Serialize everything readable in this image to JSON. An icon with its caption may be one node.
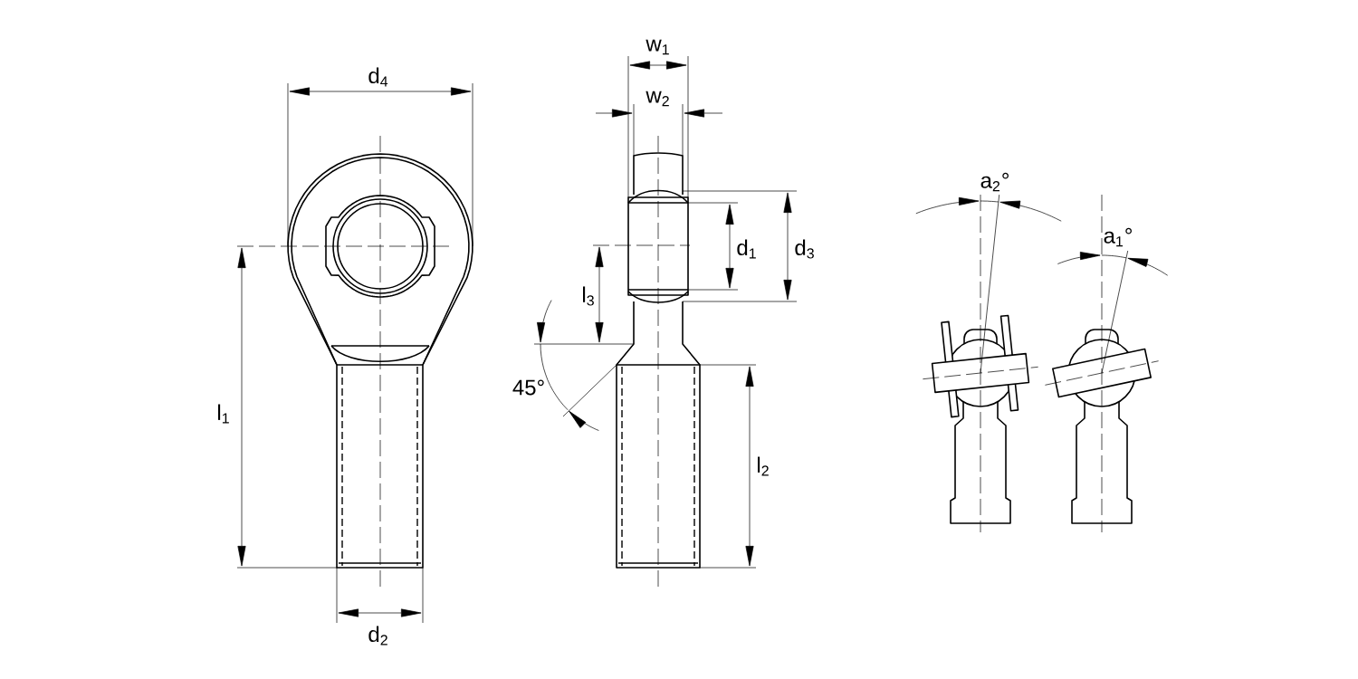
{
  "diagram": {
    "labels": [
      "w$_{1}$",
      "d$_{4}$",
      "w$_{2}$",
      "a$_{2}$°",
      "d$_{1}$",
      "d$_{3}$",
      "a$_{1}$°",
      "l$_{3}$",
      "45°",
      "l$_{1}$",
      "l$_{2}$",
      "d$_{2}$"
    ]
  }
}
